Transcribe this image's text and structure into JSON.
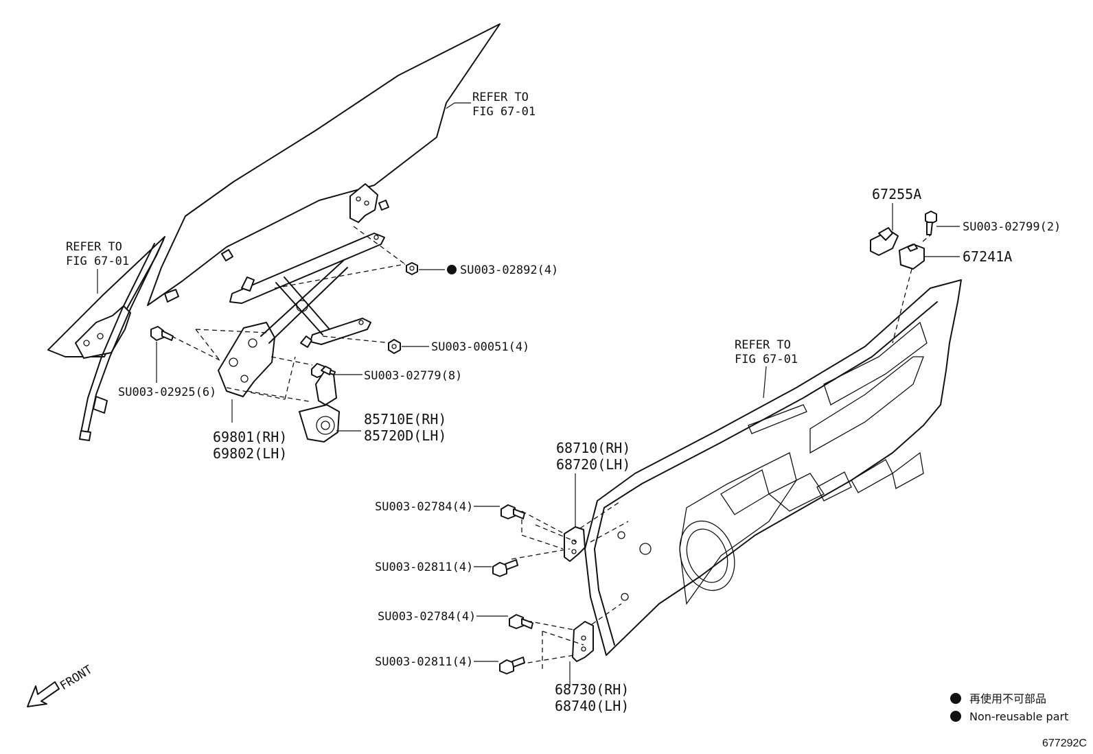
{
  "refer_labels": {
    "glass": [
      "REFER TO",
      "FIG 67-01"
    ],
    "quarter": [
      "REFER TO",
      "FIG 67-01"
    ],
    "door": [
      "REFER TO",
      "FIG 67-01"
    ]
  },
  "parts": {
    "nut_2892": "SU003-02892(4)",
    "nut_0051": "SU003-00051(4)",
    "bolt_2779": "SU003-02779(8)",
    "bolt_2925": "SU003-02925(6)",
    "regulator": [
      "69801(RH)",
      "69802(LH)"
    ],
    "motor": [
      "85710E(RH)",
      "85720D(LH)"
    ],
    "upper_hinge": [
      "68710(RH)",
      "68720(LH)"
    ],
    "lower_hinge": [
      "68730(RH)",
      "68740(LH)"
    ],
    "bolt_2784_a": "SU003-02784(4)",
    "bolt_2811_a": "SU003-02811(4)",
    "bolt_2784_b": "SU003-02784(4)",
    "bolt_2811_b": "SU003-02811(4)",
    "check_link": "67255A",
    "bolt_2799": "SU003-02799(2)",
    "striker": "67241A"
  },
  "front_label": "FRONT",
  "legend": {
    "jp": "再使用不可部品",
    "en": "Non-reusable part"
  },
  "figure_id": "677292C"
}
